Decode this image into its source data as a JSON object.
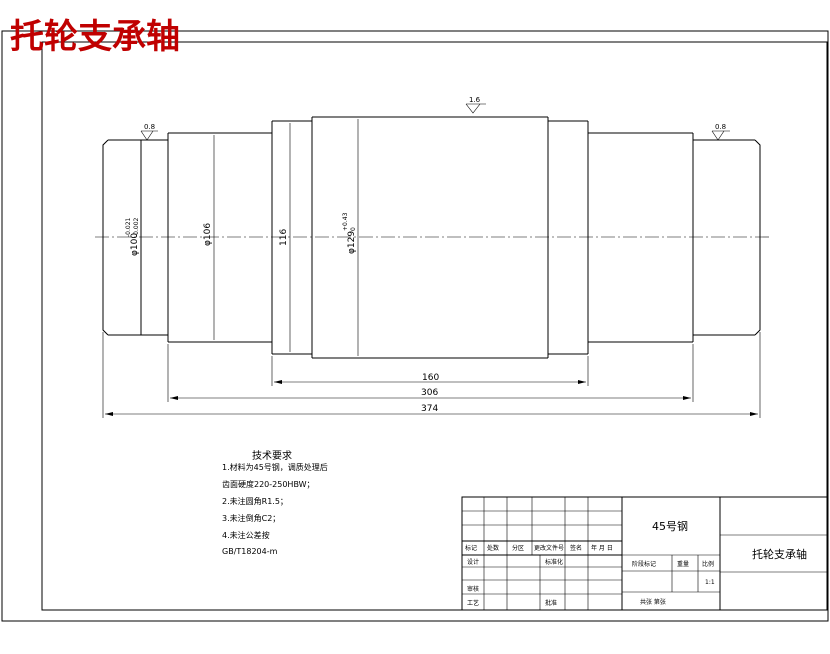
{
  "title": "托轮支承轴",
  "drawing": {
    "surface_finish": {
      "top_center": "1.6",
      "left_journal": "0.8",
      "right_journal": "0.8"
    },
    "diameters": {
      "journal": "φ100",
      "journal_tol_upper": "-0.021",
      "journal_tol_lower": "-0.002",
      "shoulder": "φ106",
      "middle": "116",
      "body": "φ129",
      "body_tol_upper": "+0.43",
      "body_tol_lower": "0"
    },
    "lengths": {
      "inner": "160",
      "middle": "306",
      "overall": "374"
    }
  },
  "tech_requirements": {
    "heading": "技术要求",
    "lines": [
      "1.材料为45号钢，调质处理后",
      "齿面硬度220-250HBW；",
      "2.未注圆角R1.5；",
      "3.未注倒角C2；",
      "4.未注公差按",
      "GB/T18204-m"
    ]
  },
  "title_block": {
    "material": "45号钢",
    "part_name": "托轮支承轴",
    "header_labels": [
      "标记",
      "处数",
      "分区",
      "更改文件号",
      "签名",
      "年 月 日"
    ],
    "row_labels": [
      "设计",
      "审核",
      "工艺"
    ],
    "mid_labels": [
      "标准化",
      "批准"
    ],
    "stage_labels": [
      "阶段标记",
      "重量",
      "比例"
    ],
    "scale": "1:1",
    "sheet": "共张 第张"
  }
}
